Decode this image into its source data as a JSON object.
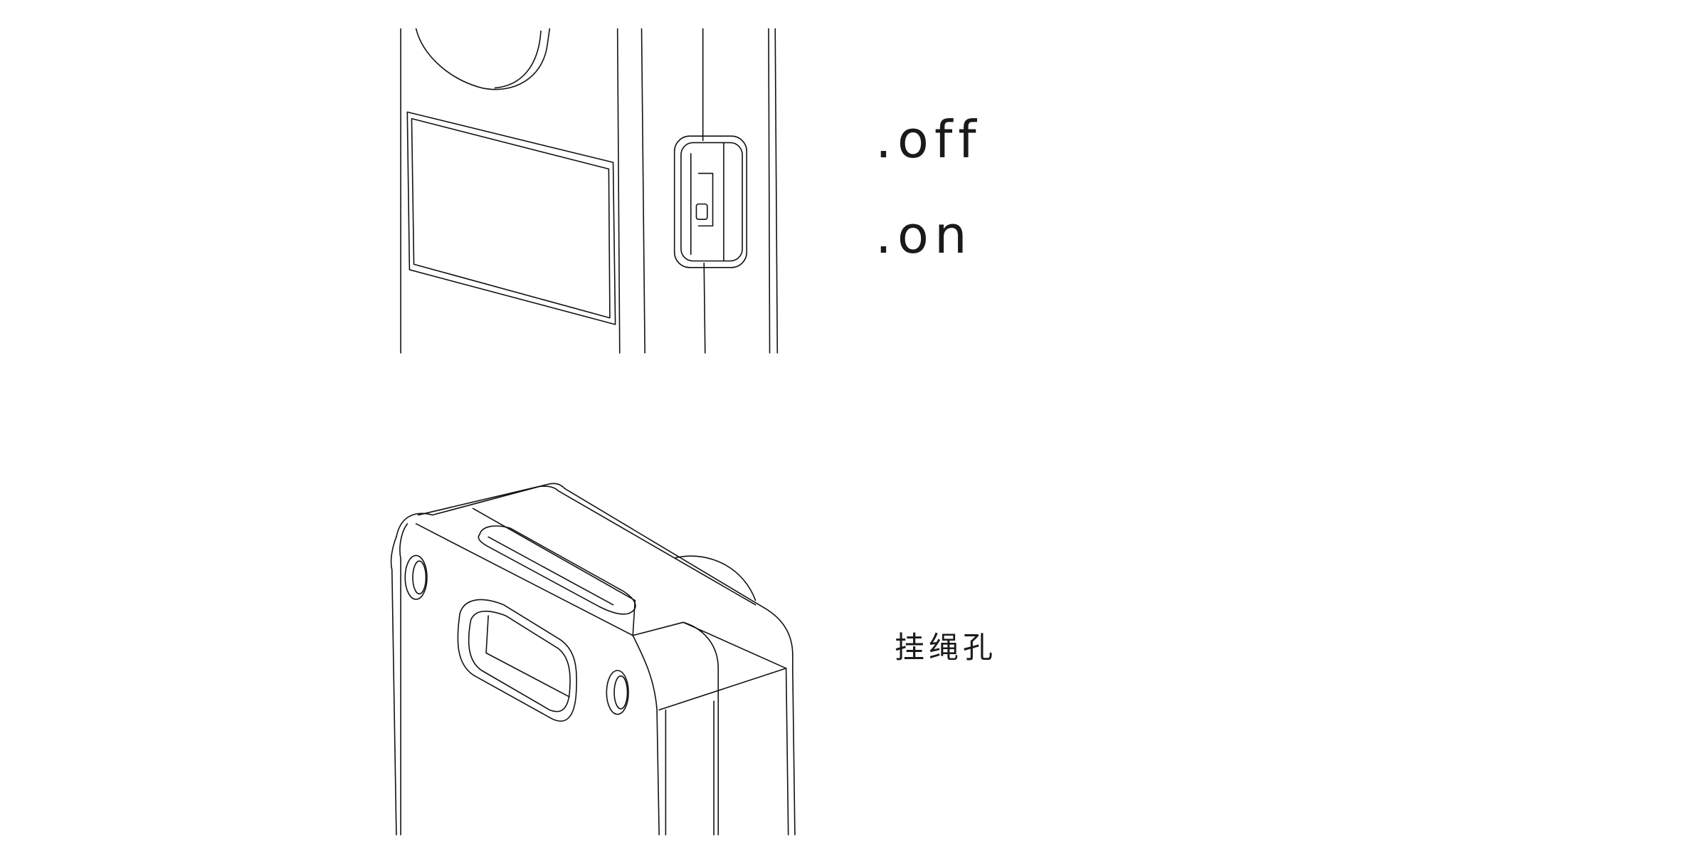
{
  "labels": {
    "off": ".off",
    "on": ".on",
    "lanyard_hole": "挂绳孔"
  }
}
